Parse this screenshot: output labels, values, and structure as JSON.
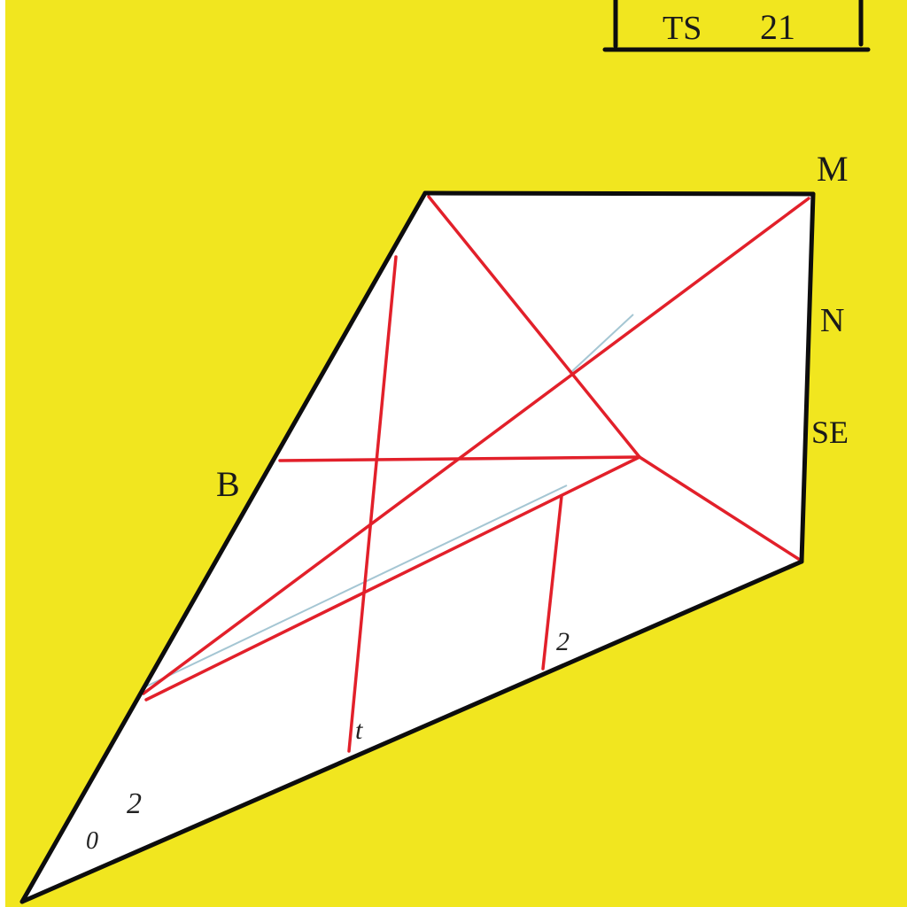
{
  "header_box": {
    "left_text": "TS",
    "right_text": "21"
  },
  "vertex_labels": {
    "top_right": "M",
    "right_upper": "N",
    "right_lower": "SE",
    "left": "B"
  },
  "scribbles": [
    "2",
    "t",
    "2",
    "0"
  ],
  "colors": {
    "background": "#f1e61f",
    "paper": "#ffffff",
    "outline": "#0d0d0d",
    "construction": "#e2202a"
  }
}
